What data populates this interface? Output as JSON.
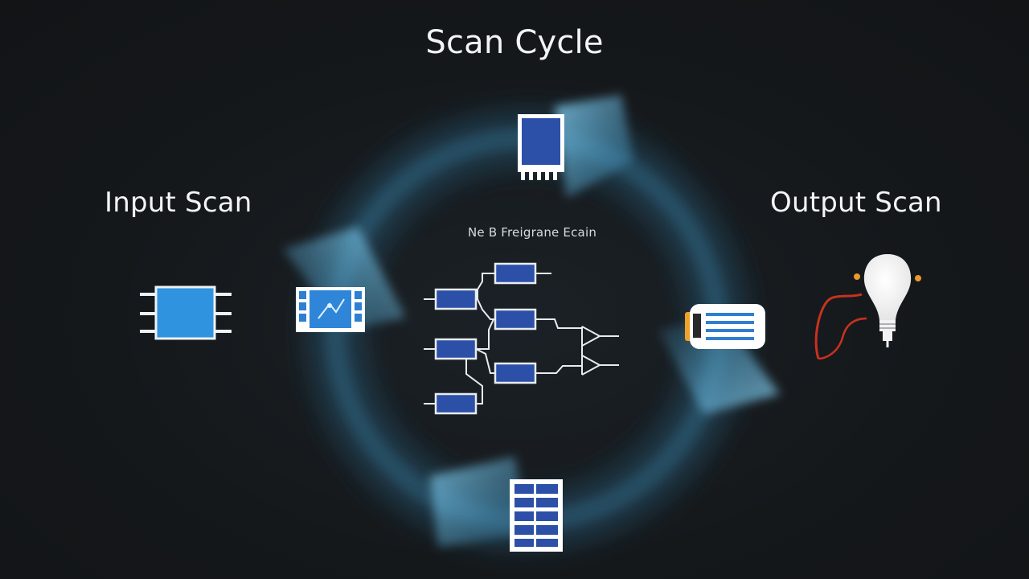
{
  "diagram": {
    "title": "Scan Cycle",
    "phases": {
      "input": "Input Scan",
      "program": "Ne B Freigrane Ecain",
      "output": "Output Scan"
    }
  },
  "colors": {
    "background": "#16181b",
    "ring_glow": "#3e8fb8",
    "panel_light": "#7fd3ff",
    "chip_blue": "#2f93e0",
    "block_blue": "#2c50a8",
    "wire": "#e8ecf0",
    "bulb": "#ffffff",
    "accent_orange": "#e89a2a",
    "cord_red": "#c8321e"
  }
}
